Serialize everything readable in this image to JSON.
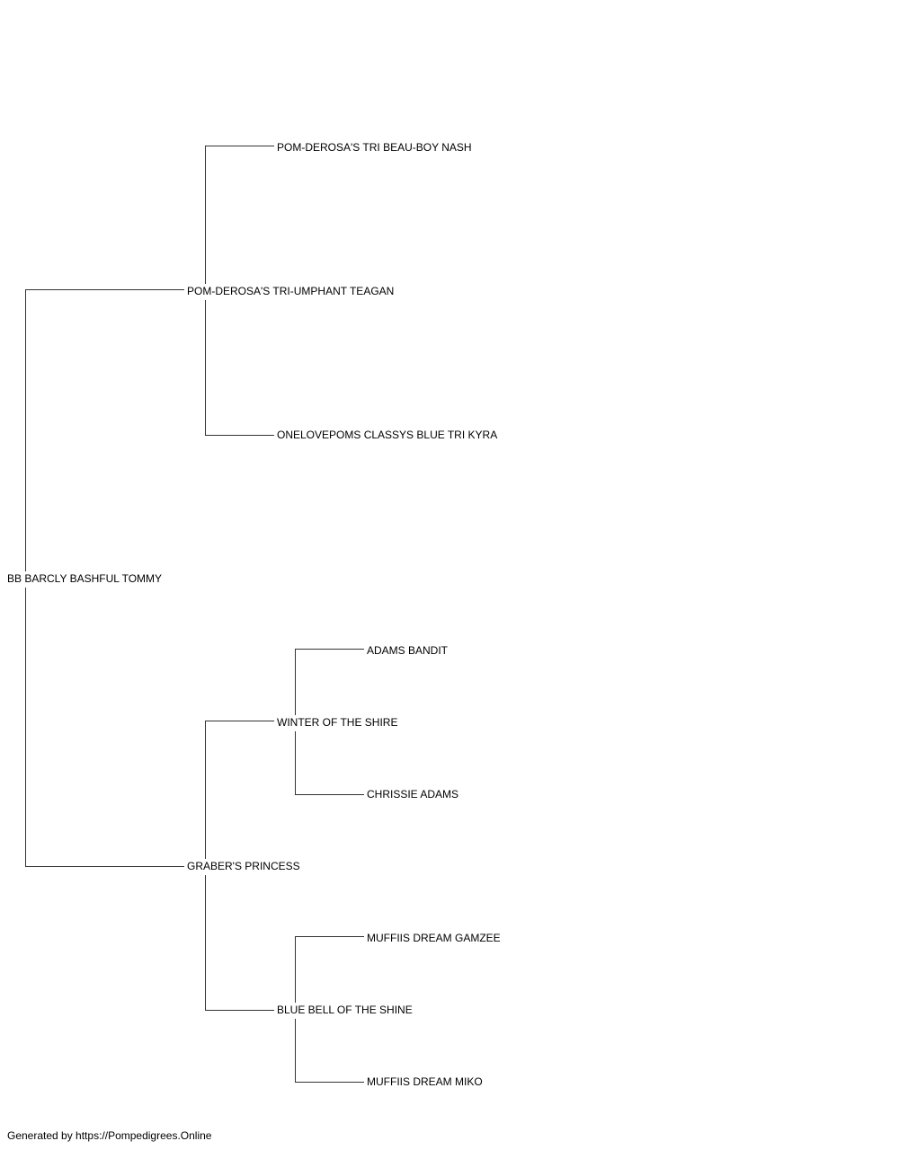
{
  "pedigree": {
    "subject": "BB BARCLY BASHFUL TOMMY",
    "sire": {
      "name": "POM-DEROSA'S TRI-UMPHANT TEAGAN",
      "sire": {
        "name": "POM-DEROSA'S TRI BEAU-BOY NASH"
      },
      "dam": {
        "name": "ONELOVEPOMS CLASSYS BLUE TRI KYRA"
      }
    },
    "dam": {
      "name": "GRABER'S PRINCESS",
      "sire": {
        "name": "WINTER OF THE SHIRE",
        "sire": {
          "name": "ADAMS BANDIT"
        },
        "dam": {
          "name": "CHRISSIE ADAMS"
        }
      },
      "dam": {
        "name": "BLUE BELL OF THE SHINE",
        "sire": {
          "name": "MUFFIIS DREAM GAMZEE"
        },
        "dam": {
          "name": "MUFFIIS DREAM MIKO"
        }
      }
    }
  },
  "footer": {
    "text": "Generated by https://Pompedigrees.Online"
  }
}
